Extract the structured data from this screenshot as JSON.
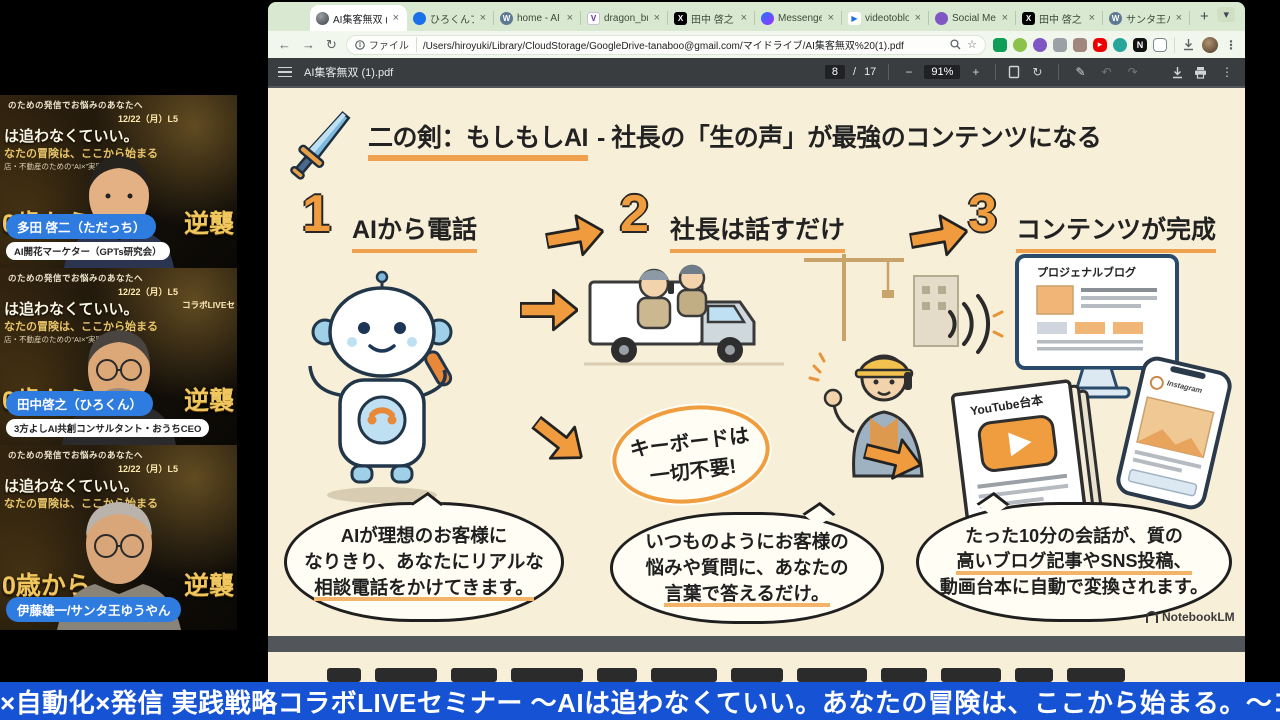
{
  "colors": {
    "accent_orange": "#ef9d3f",
    "ticker_blue": "#1552d4",
    "name_pill_blue": "#2f7ce0",
    "page_cream": "#f7efd8",
    "pdf_toolbar_gray": "#3a3d40",
    "tabstrip_green": "#d9e8d0"
  },
  "sidebar": {
    "participants": [
      {
        "name": "多田 啓二（ただっち）",
        "title": "AI開花マーケター（GPTs研究会）"
      },
      {
        "name": "田中啓之（ひろくん）",
        "title": "3方よしAI共創コンサルタント・おうちCEO"
      },
      {
        "name": "伊藤雄一/サンタ王ゆうやん",
        "title": ""
      }
    ],
    "banner": {
      "line1": "のための発信でお悩みのあなたへ",
      "date": "12/22（月）L5",
      "line2": "は追わなくていい。",
      "collab": "コラボLIVEセ",
      "line3": "なたの冒険は、ここから始まる",
      "line4": "店・不動産のための“AI×”実践戦略",
      "big_left": "0歳から",
      "big_right": "逆襲"
    }
  },
  "ticker": {
    "text": "×自動化×発信 実践戦略コラボLIVEセミナー 〜AIは追わなくていい。あなたの冒険は、ここから始まる。〜コメ"
  },
  "browser": {
    "close_glyph": "×",
    "new_tab_glyph": "+",
    "overflow_glyph": "▾",
    "nav": {
      "back": "←",
      "forward": "→",
      "reload": "↻"
    },
    "omnibox": {
      "chip": "ファイル",
      "url": "/Users/hiroyuki/Library/CloudStorage/GoogleDrive-tanaboo@gmail.com/マイドライブ/AI集客無双%20(1).pdf",
      "star": "☆"
    },
    "extensions": {
      "notion_glyph": "N",
      "youtube_glyph": "▸"
    },
    "menu_glyph": "⋮",
    "tabs": [
      {
        "label": "AI集客無双 (1",
        "glyph": ""
      },
      {
        "label": "ひろくんブロ",
        "glyph": ""
      },
      {
        "label": "home - AI",
        "glyph": "W"
      },
      {
        "label": "dragon_bus",
        "glyph": "V"
      },
      {
        "label": "田中 啓之 | A",
        "glyph": "X"
      },
      {
        "label": "Messenger",
        "glyph": ""
      },
      {
        "label": "videotoblog",
        "glyph": "▶"
      },
      {
        "label": "Social Medi",
        "glyph": ""
      },
      {
        "label": "田中 啓之 | A",
        "glyph": "X"
      },
      {
        "label": "サンタ王ハワ",
        "glyph": "W"
      }
    ]
  },
  "pdf_toolbar": {
    "filename": "AI集客無双 (1).pdf",
    "page": "8",
    "page_sep": "/",
    "page_total": "17",
    "zoom_out": "−",
    "zoom_level": "91%",
    "zoom_in": "+",
    "rotate": "↻",
    "undo": "↶",
    "redo": "↷",
    "pen": "✎",
    "more": "⋮"
  },
  "pdf_page": {
    "title_main": "二の剣：もしもしAI",
    "title_rest": "- 社長の「生の声」が最強のコンテンツになる",
    "steps": [
      {
        "num": "1",
        "label": "AIから電話"
      },
      {
        "num": "2",
        "label": "社長は話すだけ"
      },
      {
        "num": "3",
        "label": "コンテンツが完成"
      }
    ],
    "callout": {
      "line1": "キーボードは",
      "line2": "一切不要!"
    },
    "bubbles": [
      {
        "lines": [
          "AIが理想のお客様に",
          "なりきり、あなたにリアルな",
          "相談電話をかけてきます。"
        ]
      },
      {
        "lines": [
          "いつものようにお客様の",
          "悩みや質問に、あなたの",
          "言葉で答えるだけ。"
        ]
      },
      {
        "lines": [
          "たった10分の会話が、質の",
          "高いブログ記事やSNS投稿、",
          "動画台本に自動で変換されます。"
        ]
      }
    ],
    "monitor_label": "プロジェナルブログ",
    "phone_label": "Instagram",
    "youtube_label": "YouTube台本",
    "watermark": "NotebookLM"
  }
}
